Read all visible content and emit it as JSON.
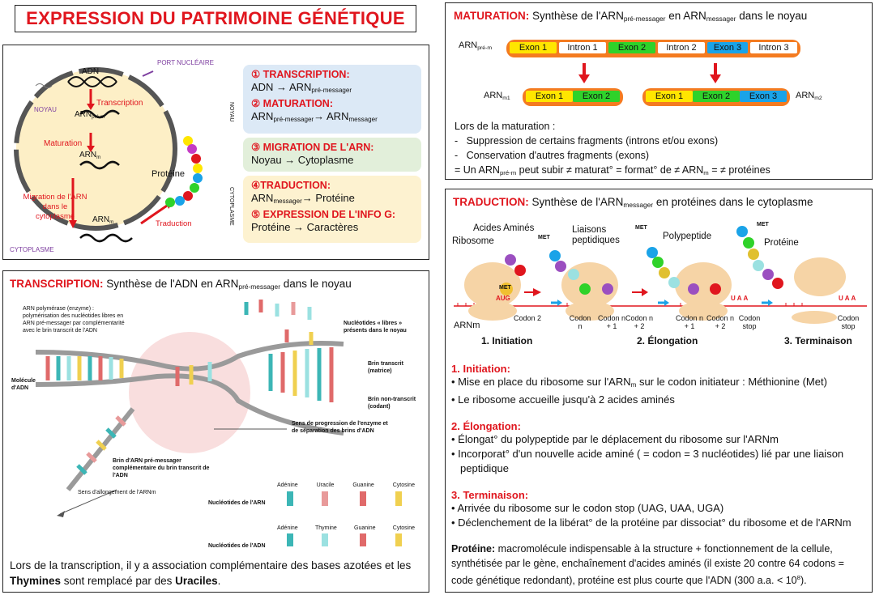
{
  "title": "EXPRESSION DU PATRIMOINE GÉNÉTIQUE",
  "overview": {
    "labels": {
      "port": "PORT NUCLÉAIRE",
      "noyau": "NOYAU",
      "cytoplasme": "CYTOPLASME",
      "adn": "ADN",
      "transcription": "Transcription",
      "arn_prem": "ARN",
      "prem_sub": "pré-m",
      "maturation": "Maturation",
      "arnm": "ARN",
      "m_sub": "m",
      "migration": "Migration de l'ARN",
      "migration2": "dans le",
      "migration3": "cytoplasme",
      "arnm2": "ARN",
      "proteine": "Protéine",
      "traduction": "Traduction",
      "side_noyau": "NOYAU",
      "side_cyto": "CYTOPLASME"
    },
    "boxes": {
      "b1_t1": "① TRANSCRIPTION:",
      "b1_l1": "ADN → ARN",
      "b1_l1_sub": "pré-messager",
      "b1_t2": "② MATURATION:",
      "b1_l2": "ARN",
      "b1_l2_sub": "pré-messager",
      "b1_l2b": "→ ARN",
      "b1_l2b_sub": "messager",
      "b2_t": "③ MIGRATION DE L'ARN:",
      "b2_l": "Noyau → Cytoplasme",
      "b3_t1": "④TRADUCTION:",
      "b3_l1": "ARN",
      "b3_l1_sub": "messager",
      "b3_l1b": "→ Protéine",
      "b3_t2": "⑤ EXPRESSION DE L'INFO G:",
      "b3_l2": "Protéine → Caractères"
    }
  },
  "maturation": {
    "head": "MATURATION:",
    "title": " Synthèse de l'ARN",
    "sub1": "pré-messager",
    "title2": " en ARN",
    "sub2": "messager",
    "title3": " dans le noyau",
    "arn_pre": "ARN",
    "arn_pre_sub": "pré-m",
    "exons": [
      "Exon 1",
      "Intron 1",
      "Exon 2",
      "Intron 2",
      "Exon 3",
      "Intron 3"
    ],
    "m1": "ARN",
    "m1_sub": "m1",
    "m2": "ARN",
    "m2_sub": "m2",
    "m1_exons": [
      "Exon 1",
      "Exon 2"
    ],
    "m2_exons": [
      "Exon 1",
      "Exon 2",
      "Exon 3"
    ],
    "lors": "Lors de la maturation :",
    "l1": "Suppression de certains fragments (introns et/ou exons)",
    "l2": "Conservation d'autres fragments (exons)",
    "l3a": "= Un ARN",
    "l3sub": "pré-m",
    "l3b": " peut subir ≠ maturat° = format° de ≠ ARN",
    "l3c": "m",
    "l3d": " = ≠ protéines"
  },
  "transcription": {
    "head": "TRANSCRIPTION:",
    "title": " Synthèse de l'ADN en ARN",
    "sub": "pré-messager",
    "title2": " dans le noyau",
    "poly": "ARN polymérase (enzyme) : polymérisation des nucléotides libres en ARN pré-messager par complémentarité avec le brin transcrit de l'ADN",
    "libres": "Nucléotides « libres » présents dans le noyau",
    "brin_t": "Brin transcrit (matrice)",
    "brin_nt": "Brin non-transcrit (codant)",
    "mol": "Molécule d'ADN",
    "sens": "Sens de progression de l'enzyme et de séparation des brins d'ADN",
    "brin_arn": "Brin d'ARN pré-messager complémentaire du brin transcrit de l'ADN",
    "allong": "Sens d'allongement de l'ARNm",
    "nuc_arn": "Nucléotides de l'ARN",
    "nuc_adn": "Nucléotides de l'ADN",
    "arn_bases": [
      "Adénine",
      "Uracile",
      "Guanine",
      "Cytosine"
    ],
    "adn_bases": [
      "Adénine",
      "Thymine",
      "Guanine",
      "Cytosine"
    ],
    "footer1": "Lors de la transcription, il y a association complémentaire des bases azotées et les ",
    "footer_b1": "Thymines",
    "footer2": " sont remplacé par des ",
    "footer_b2": "Uraciles",
    "footer3": "."
  },
  "traduction": {
    "head": "TRADUCTION:",
    "title": " Synthèse de l'ARN",
    "sub": "messager",
    "title2": " en protéines dans le cytoplasme",
    "aa": "Acides Aminés",
    "ribosome": "Ribosome",
    "liaisons": "Liaisons peptidiques",
    "polypeptide": "Polypeptide",
    "proteine": "Protéine",
    "met": "MET",
    "aug": "AUG",
    "uaa": "UAA",
    "arnm": "ARNm",
    "codon2": "Codon 2",
    "codon_n": "Codon n",
    "codon_n1": "Codon n + 1",
    "codon_n2": "Codon n + 2",
    "codon_stop": "Codon stop",
    "s1": "1. Initiation",
    "s2": "2. Élongation",
    "s3": "3. Terminaison",
    "i_h": "1.   Initiation:",
    "i1a": "Mise en place du ribosome sur l'ARN",
    "i1s": "m",
    "i1b": " sur le codon initiateur : Méthionine (Met)",
    "i2": "Le ribosome accueille jusqu'à 2 acides aminés",
    "e_h": "2. Élongation:",
    "e1": "Élongat° du polypeptide par le déplacement du ribosome sur l'ARNm",
    "e2": "Incorporat° d'un nouvelle acide aminé ( = codon = 3 nucléotides) lié par une liaison peptidique",
    "t_h": "3. Terminaison:",
    "t1": "Arrivée du ribosome sur le codon stop (UAG, UAA, UGA)",
    "t2": "Déclenchement de la libérat° de la protéine par dissociat° du ribosome et de l'ARNm",
    "p_b": "Protéine:",
    "p": " macromolécule indispensable à la structure + fonctionnement de la cellule, synthétisée par le gène, enchaînement d'acides aminés (il existe 20 contre 64 codons = code génétique redondant),  protéine est plus courte que l'ADN (300 a.a. < 10",
    "p_sup": "8",
    "p_end": ")."
  },
  "colors": {
    "red": "#e0161e",
    "orange": "#f47b20",
    "yellow": "#ffe600",
    "green": "#2fd22a",
    "blue": "#1aa3e8",
    "nucleus": "#fdefc6",
    "blueBox": "#dce9f6",
    "greenBox": "#e2efda",
    "yellowBox": "#fdf2d0"
  }
}
